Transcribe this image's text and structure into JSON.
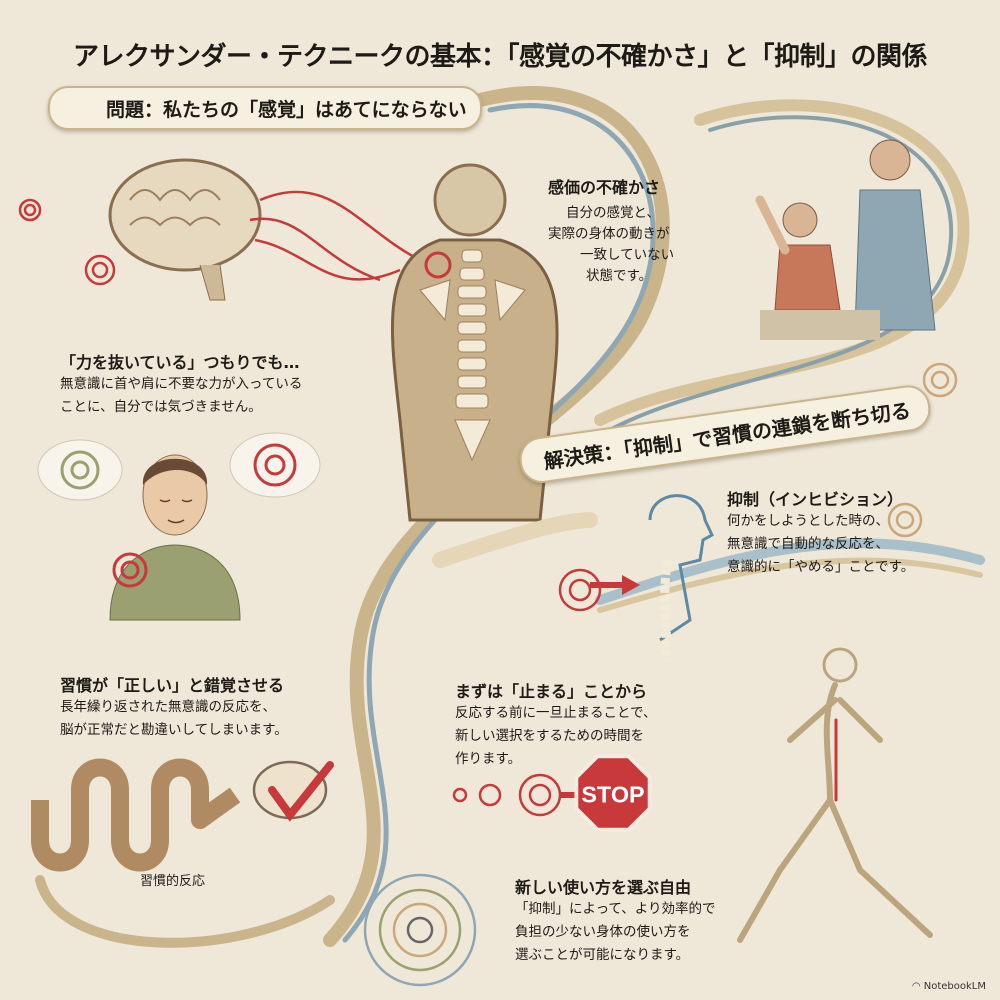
{
  "title": "アレクサンダー・テクニークの基本：「感覚の不確かさ」と「抑制」の関係",
  "problem_banner": "問題：私たちの「感覚」はあてにならない",
  "sensory_uncertainty": {
    "heading": "感価の不確かさ",
    "lines": [
      "自分の感覚と、",
      "実際の身体の動きが",
      "一致していない",
      "状態です。"
    ]
  },
  "relaxing": {
    "heading": "「力を抜いている」つもりでも…",
    "lines": [
      "無意識に首や肩に不要な力が入っている",
      "ことに、自分では気づきません。"
    ]
  },
  "habit": {
    "heading": "習慣が「正しい」と錯覚させる",
    "lines": [
      "長年繰り返された無意識の反応を、",
      "脳が正常だと勘違いしてしまいます。"
    ]
  },
  "habit_caption": "習慣的反応",
  "solution_banner": "解決策：「抑制」で習慣の連鎖を断ち切る",
  "inhibition": {
    "heading": "抑制（インヒビション）",
    "lines": [
      "何かをしようとした時の、",
      "無意識で自動的な反応を、",
      "意識的に「やめる」ことです。"
    ]
  },
  "stop_first": {
    "heading": "まずは「止まる」ことから",
    "lines": [
      "反応する前に一旦止まることで、",
      "新しい選択をするための時間を",
      "作ります。"
    ]
  },
  "freedom": {
    "heading": "新しい使い方を選ぶ自由",
    "lines": [
      "「抑制」によって、より効率的で",
      "負担の少ない身体の使い方を",
      "選ぶことが可能になります。"
    ]
  },
  "stop_sign": "STOP",
  "watermark": "NotebookLM",
  "colors": {
    "background": "#efe8d9",
    "red": "#c7393a",
    "tan": "#c9a77a",
    "blue": "#7f9fb0",
    "olive": "#9aa070"
  }
}
